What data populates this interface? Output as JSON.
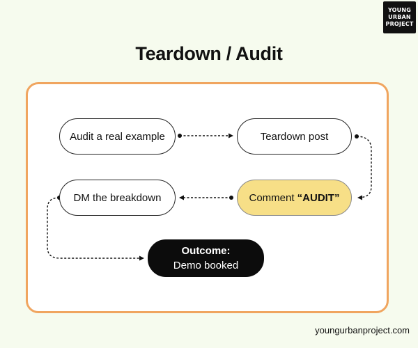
{
  "brand": {
    "logo_lines": [
      "YOUNG",
      "URBAN",
      "PROJECT"
    ],
    "footer_url": "youngurbanproject.com"
  },
  "title": "Teardown / Audit",
  "colors": {
    "background": "#f6fbee",
    "frame_border": "#f0a55f",
    "highlight_fill": "#f7df87",
    "dark_fill": "#0c0c0c"
  },
  "nodes": {
    "audit_example": "Audit a real example",
    "teardown_post": "Teardown post",
    "comment_prefix": "Comment ",
    "comment_keyword": "“AUDIT”",
    "dm_breakdown": "DM the breakdown",
    "outcome_label": "Outcome:",
    "outcome_value": "Demo booked"
  },
  "flow": [
    "audit_example",
    "teardown_post",
    "comment_audit",
    "dm_breakdown",
    "outcome"
  ]
}
